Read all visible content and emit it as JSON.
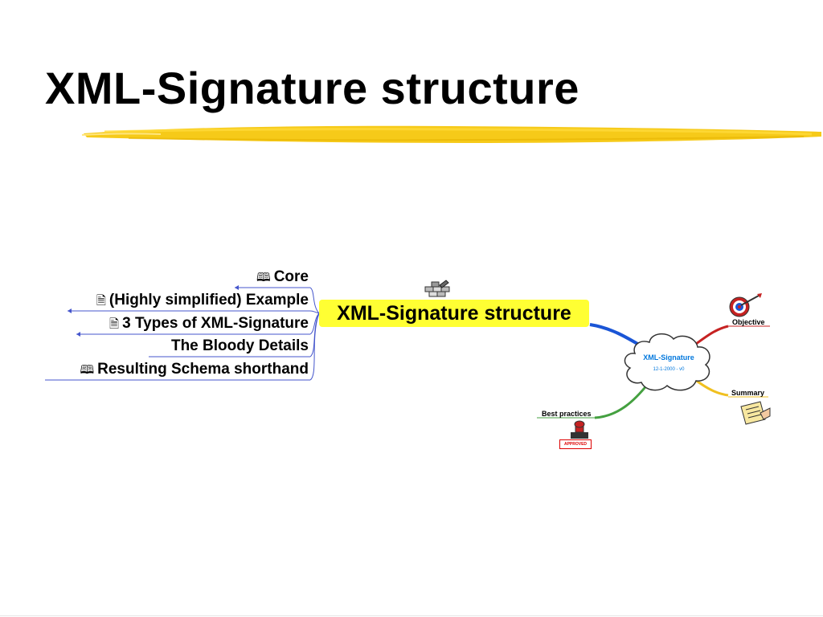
{
  "slide": {
    "title": "XML-Signature structure"
  },
  "mindmap": {
    "central_topic": "XML-Signature structure",
    "branches": [
      {
        "label": "Core",
        "icon": "book-icon"
      },
      {
        "label": "(Highly simplified) Example",
        "icon": "document-icon"
      },
      {
        "label": "3 Types of XML-Signature",
        "icon": "document-icon"
      },
      {
        "label": "The Bloody Details",
        "icon": ""
      },
      {
        "label": "Resulting Schema shorthand",
        "icon": "book-icon"
      }
    ],
    "overview": {
      "cloud_title": "XML-Signature",
      "cloud_subtitle": "12-1-2000 - v0",
      "objective_label": "Objective",
      "summary_label": "Summary",
      "best_practices_label": "Best practices",
      "stamp_text": "APPROVED"
    },
    "colors": {
      "central_fill": "#ffff33",
      "branch_line": "#4455cc",
      "underline": "#f5c400",
      "cloud_text": "#0077dd",
      "blue_link": "#1a55d6",
      "red_link": "#c62222",
      "yellow_link": "#f0c020",
      "green_link": "#44a040"
    }
  }
}
